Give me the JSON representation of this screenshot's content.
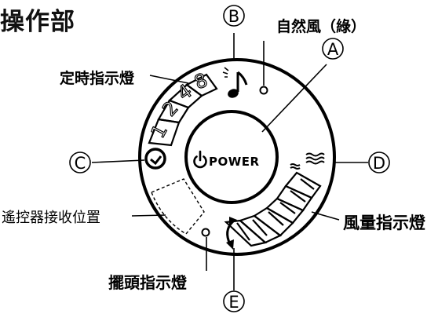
{
  "title": "操作部",
  "labels": {
    "natural_wind": "自然風（綠）",
    "timer_indicator": "定時指示燈",
    "remote_receiver": "遙控器接收位置",
    "speed_indicator": "風量指示燈",
    "swing_indicator": "擺頭指示燈"
  },
  "markers": {
    "a": "A",
    "b": "B",
    "c": "C",
    "d": "D",
    "e": "E"
  },
  "power_label": "POWER",
  "timer_numbers": [
    "1",
    "2",
    "4",
    "8"
  ],
  "icons": [
    "power-icon",
    "music-note-icon",
    "clock-icon",
    "wind-waves-icon",
    "swing-arrow-icon"
  ],
  "colors": {
    "line": "#000000",
    "background": "#ffffff"
  }
}
